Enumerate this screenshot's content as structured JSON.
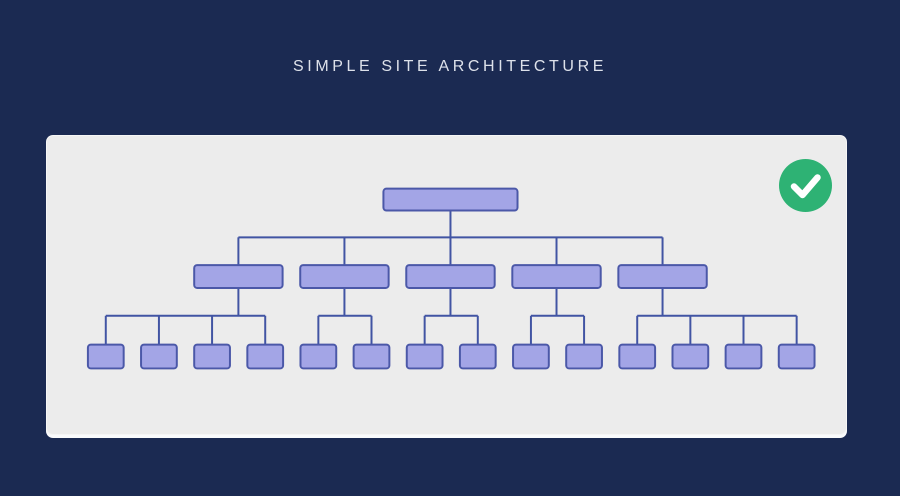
{
  "title": "SIMPLE SITE ARCHITECTURE",
  "card": {
    "status_icon": "checkmark-icon"
  },
  "diagram": {
    "type": "tree",
    "description_levels": 3,
    "root_children": 5,
    "branch_children": [
      4,
      2,
      2,
      2,
      4
    ],
    "node_count": {
      "root": 1,
      "branches": 5,
      "leaves": 14
    }
  },
  "colors": {
    "background": "#1b2a52",
    "card": "#ececec",
    "card_edge": "#fafbfd",
    "title_text": "#dde1ea",
    "node_fill": "#a3a5e6",
    "node_border": "#4b58a8",
    "connector": "#4154a3",
    "badge_green": "#2eb274",
    "badge_check": "#ffffff"
  }
}
